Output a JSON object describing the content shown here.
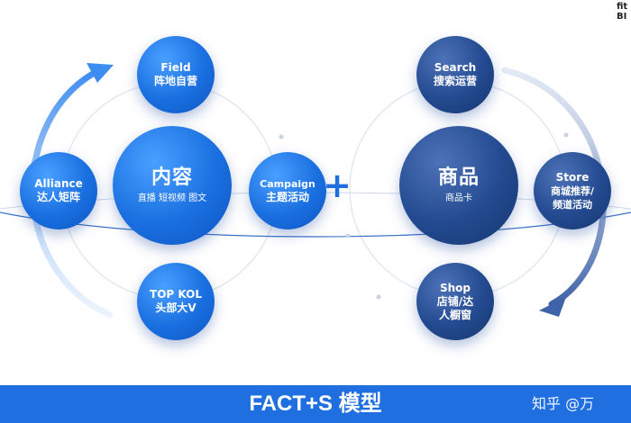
{
  "colors": {
    "blue": "#1a6fe0",
    "navy": "#234a90",
    "footer": "#1f6fe0"
  },
  "left_group": {
    "center": {
      "title": "内容",
      "subtitle": "直播 短视频 图文"
    },
    "field": {
      "en": "Field",
      "cn": "阵地自营"
    },
    "alliance": {
      "en": "Alliance",
      "cn": "达人矩阵"
    },
    "campaign": {
      "en": "Campaign",
      "cn": "主题活动"
    },
    "topkol": {
      "en": "TOP KOL",
      "cn": "头部大V"
    }
  },
  "plus_sign": "+",
  "right_group": {
    "center": {
      "title": "商品",
      "subtitle": "商品卡"
    },
    "search": {
      "en": "Search",
      "cn": "搜索运营"
    },
    "store": {
      "en": "Store",
      "cn1": "商城推荐/",
      "cn2": "频道活动"
    },
    "shop": {
      "en": "Shop",
      "cn1": "店铺/达",
      "cn2": "人橱窗"
    }
  },
  "footer": {
    "title": "FACT+S 模型",
    "watermark": "知乎 @万"
  },
  "corner_text": "fit\nBI"
}
